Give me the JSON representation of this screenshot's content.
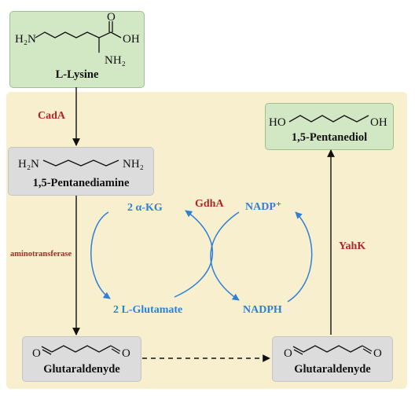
{
  "compounds": {
    "lysine": {
      "name": "L-Lysine",
      "formula_left": "H₂N",
      "formula_oh": "OH",
      "formula_o": "O",
      "formula_nh2": "NH₂"
    },
    "pentanediamine": {
      "name": "1,5-Pentanediamine",
      "formula_left": "H₂N",
      "formula_right": "NH₂"
    },
    "glutaraldehyde_left": {
      "name": "Glutaraldenyde",
      "formula_o": "O"
    },
    "glutaraldehyde_right": {
      "name": "Glutaraldenyde",
      "formula_o": "O"
    },
    "pentanediol": {
      "name": "1,5-Pentanediol",
      "formula_left": "HO",
      "formula_right": "OH"
    }
  },
  "enzymes": {
    "cada": "CadA",
    "aminotransferase": "aminotransferase",
    "gdha": "GdhA",
    "yahk": "YahK"
  },
  "cofactors": {
    "akg": "2 α-KG",
    "glutamate": "2 L-Glutamate",
    "nadp_plus": "NADP⁺",
    "nadph": "NADPH"
  },
  "colors": {
    "enzyme": "#b32424",
    "cofactor": "#2f7fd6",
    "pathway_region": "#f8efcf",
    "substrate_box": "#d2e7c4",
    "intermediate_box": "#dcdcdc"
  }
}
